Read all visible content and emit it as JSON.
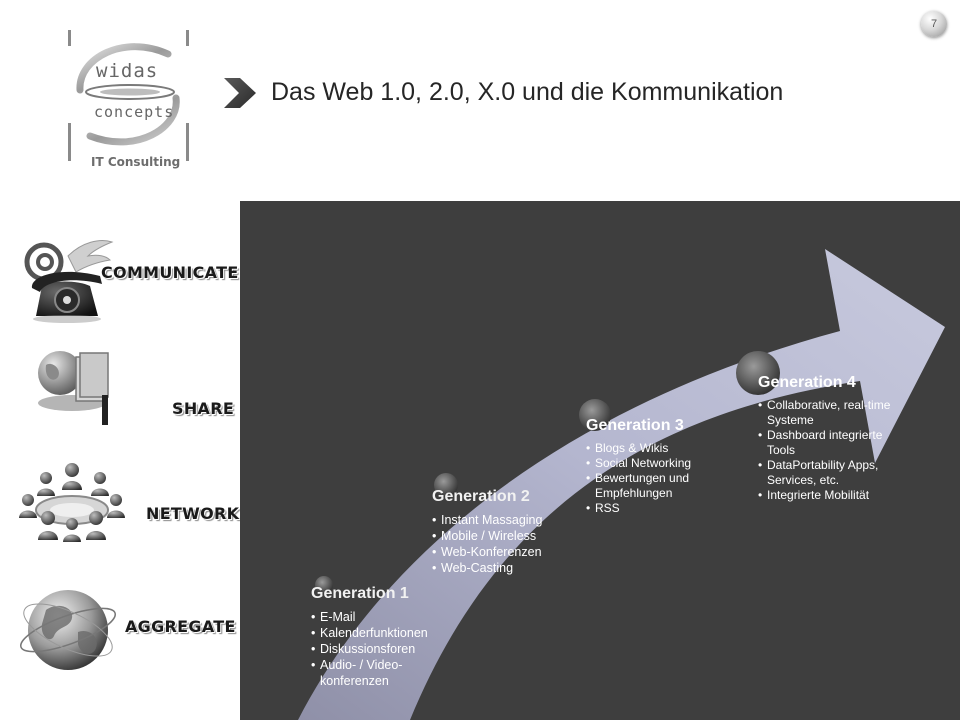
{
  "page_number": "7",
  "logo": {
    "word_1": "widas",
    "word_2": "concepts",
    "tagline": "IT Consulting"
  },
  "title": "Das Web 1.0, 2.0, X.0 und die Kommunikation",
  "categories": [
    {
      "label": "COMMUNICATE",
      "icon": "telephone-at-icon"
    },
    {
      "label": "SHARE",
      "icon": "globe-folder-icon"
    },
    {
      "label": "NETWORK",
      "icon": "people-circle-icon"
    },
    {
      "label": "AGGREGATE",
      "icon": "globe-icon"
    }
  ],
  "generations": [
    {
      "title": "Generation 1",
      "items": [
        "E-Mail",
        "Kalenderfunktionen",
        "Diskussionsforen",
        "Audio- / Video-\nkonferenzen"
      ]
    },
    {
      "title": "Generation 2",
      "items": [
        "Instant Massaging",
        "Mobile / Wireless",
        "Web-Konferenzen",
        "Web-Casting"
      ]
    },
    {
      "title": "Generation 3",
      "items": [
        "Blogs & Wikis",
        "Social Networking",
        "Bewertungen und\nEmpfehlungen",
        "RSS"
      ]
    },
    {
      "title": "Generation 4",
      "items": [
        "Collaborative, real-time\nSysteme",
        "Dashboard integrierte\nTools",
        "DataPortability Apps,\nServices, etc.",
        "Integrierte Mobilität"
      ]
    }
  ],
  "colors": {
    "panel_background": "#3e3e3e",
    "arrow_fill": "#b6b8d0",
    "title_text": "#262626"
  }
}
